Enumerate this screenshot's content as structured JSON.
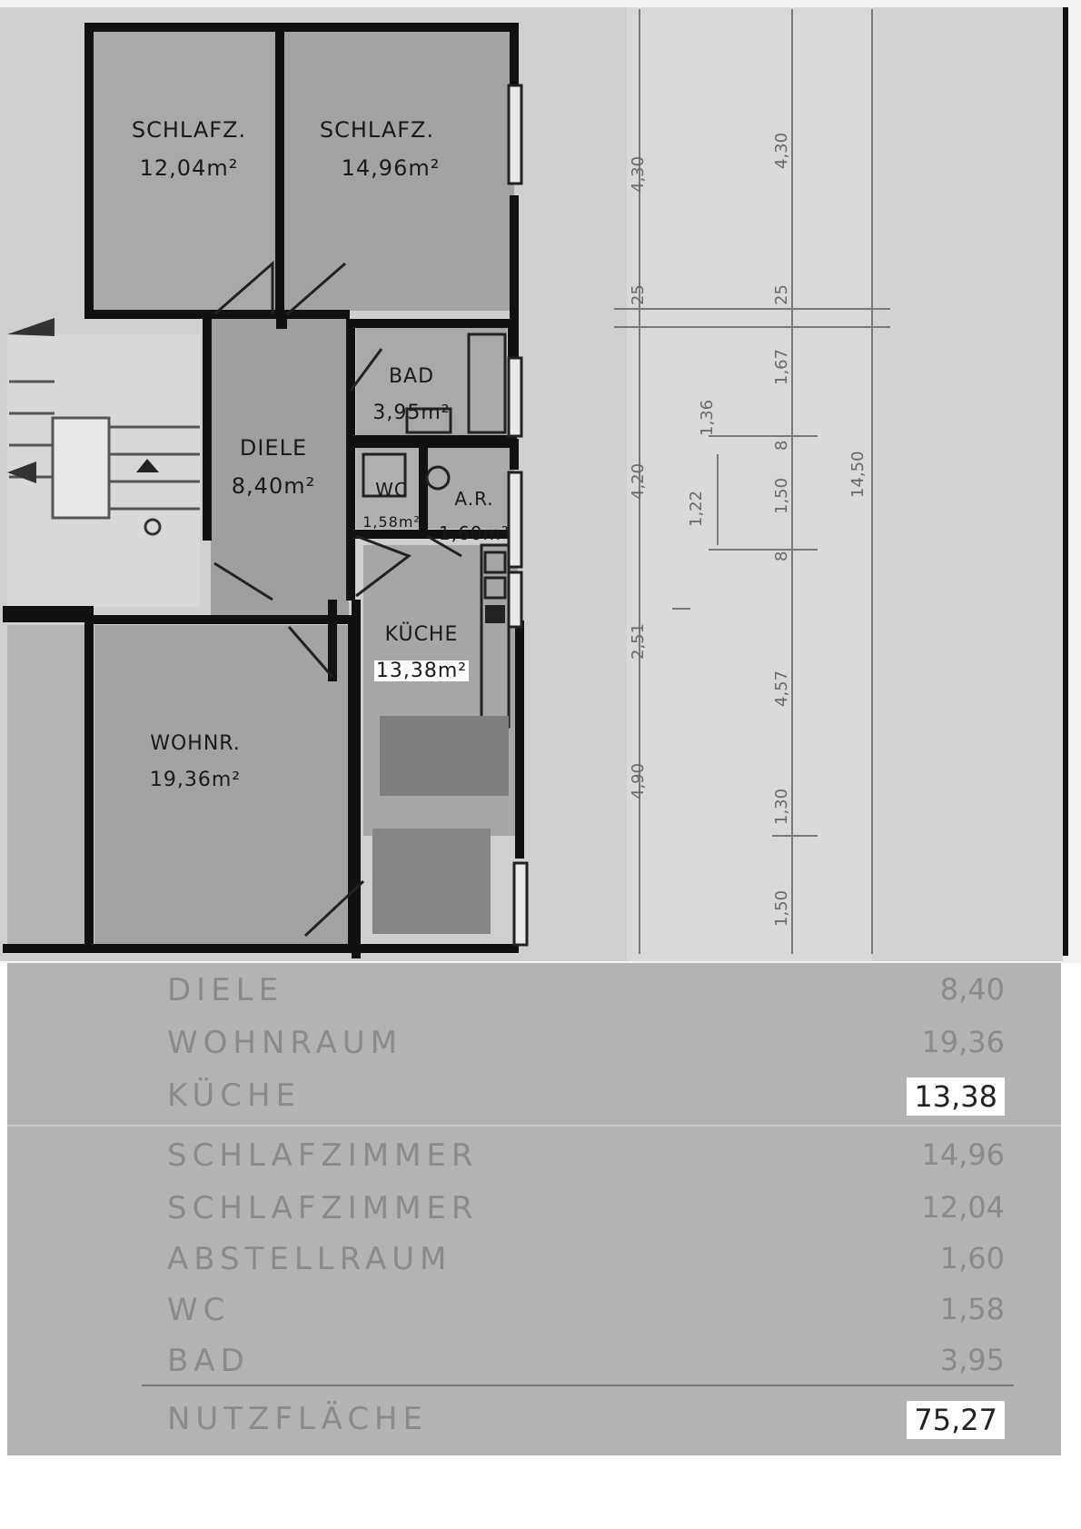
{
  "plan": {
    "rooms": [
      {
        "name": "SCHLAFZ.",
        "area": "12,04m²"
      },
      {
        "name": "SCHLAFZ.",
        "area": "14,96m²"
      },
      {
        "name": "BAD",
        "area": "3,95m²"
      },
      {
        "name": "DIELE",
        "area": "8,40m²"
      },
      {
        "name": "WC",
        "area": "1,58m²"
      },
      {
        "name": "A.R.",
        "area": "1,60m²"
      },
      {
        "name": "KÜCHE",
        "area": "13,38m²"
      },
      {
        "name": "WOHNR.",
        "area": "19,36m²"
      }
    ],
    "dimensions": [
      "4,30",
      "25",
      "4,20",
      "2,51",
      "4,90",
      "4,30",
      "25",
      "1,67",
      "8",
      "1,50",
      "8",
      "4,57",
      "1,30",
      "1,50",
      "1,36",
      "1,22",
      "14,50"
    ]
  },
  "schedule": {
    "rows": [
      {
        "name": "DIELE",
        "area": "8,40"
      },
      {
        "name": "WOHNRAUM",
        "area": "19,36"
      },
      {
        "name": "KÜCHE",
        "area": "13,38"
      },
      {
        "name": "SCHLAFZIMMER",
        "area": "14,96"
      },
      {
        "name": "SCHLAFZIMMER",
        "area": "12,04"
      },
      {
        "name": "ABSTELLRAUM",
        "area": "1,60"
      },
      {
        "name": "WC",
        "area": "1,58"
      },
      {
        "name": "BAD",
        "area": "3,95"
      }
    ],
    "total": {
      "name": "NUTZFLÄCHE",
      "area": "75,27"
    }
  }
}
